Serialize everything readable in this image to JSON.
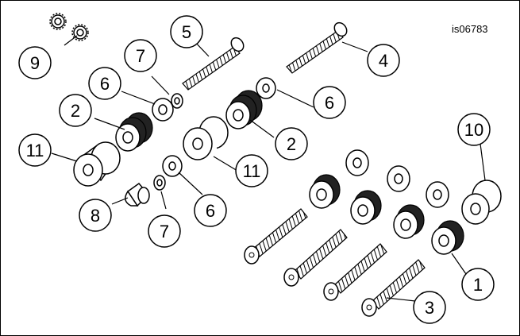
{
  "figure": {
    "reference_code": "is06783",
    "callouts": [
      {
        "id": "c1",
        "label": "1"
      },
      {
        "id": "c2a",
        "label": "2"
      },
      {
        "id": "c2b",
        "label": "2"
      },
      {
        "id": "c3",
        "label": "3"
      },
      {
        "id": "c4",
        "label": "4"
      },
      {
        "id": "c5",
        "label": "5"
      },
      {
        "id": "c6a",
        "label": "6"
      },
      {
        "id": "c6b",
        "label": "6"
      },
      {
        "id": "c6c",
        "label": "6"
      },
      {
        "id": "c7a",
        "label": "7"
      },
      {
        "id": "c7b",
        "label": "7"
      },
      {
        "id": "c8",
        "label": "8"
      },
      {
        "id": "c9",
        "label": "9"
      },
      {
        "id": "c10",
        "label": "10"
      },
      {
        "id": "c11a",
        "label": "11"
      },
      {
        "id": "c11b",
        "label": "11"
      }
    ],
    "icons": [
      "star-washer-icon",
      "bolt-icon",
      "grommet-icon",
      "spacer-icon",
      "washer-icon",
      "acorn-nut-icon"
    ]
  }
}
